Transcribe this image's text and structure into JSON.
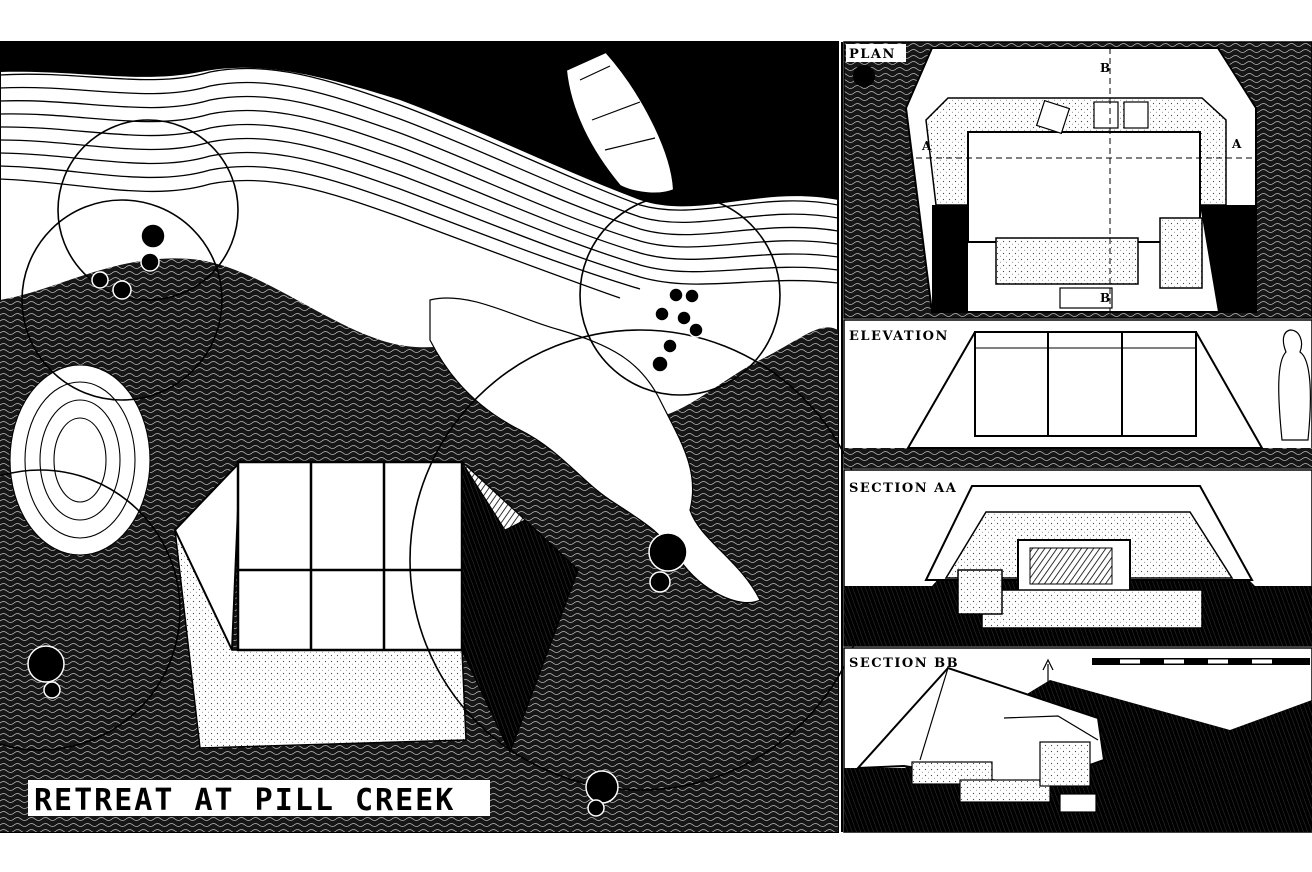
{
  "main_drawing": {
    "title": "RETREAT AT PILL CREEK"
  },
  "panels": {
    "plan": {
      "label": "PLAN",
      "marker_a": "A",
      "marker_b": "B"
    },
    "elevation": {
      "label": "ELEVATION"
    },
    "section_aa": {
      "label": "SECTION AA"
    },
    "section_bb": {
      "label": "SECTION BB"
    }
  },
  "colors": {
    "ink": "#000000",
    "paper": "#ffffff",
    "texture": "#1a1a1a"
  }
}
